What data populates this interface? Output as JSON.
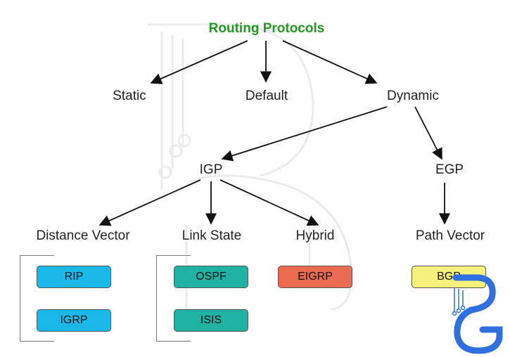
{
  "title": "Routing Protocols",
  "nodes": {
    "static": "Static",
    "default": "Default",
    "dynamic": "Dynamic",
    "igp": "IGP",
    "egp": "EGP",
    "distance_vector": "Distance Vector",
    "link_state": "Link State",
    "hybrid": "Hybrid",
    "path_vector": "Path Vector"
  },
  "protocols": {
    "rip": "RIP",
    "igrp": "IGRP",
    "ospf": "OSPF",
    "isis": "ISIS",
    "eigrp": "EIGRP",
    "bgp": "BGP"
  },
  "colors": {
    "title": "#1f9a1f",
    "distance_vector": "#1ab8e8",
    "link_state": "#20b2a2",
    "hybrid": "#ec6a50",
    "path_vector": "#f6f17a",
    "logo": "#2f6fe0"
  },
  "icons": {
    "logo": "brand-logo-icon"
  }
}
